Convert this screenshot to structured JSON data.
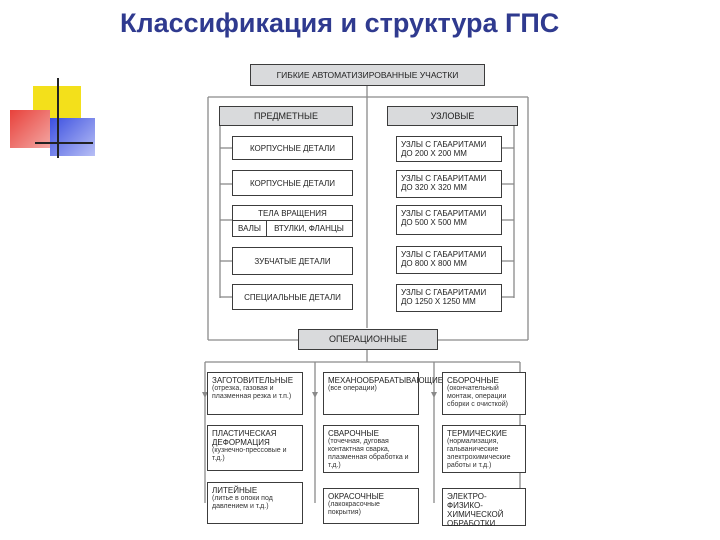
{
  "slide": {
    "title": "Классификация и структура ГПС"
  },
  "diagram": {
    "top": "ГИБКИЕ АВТОМАТИЗИРОВАННЫЕ УЧАСТКИ",
    "left_head": "ПРЕДМЕТНЫЕ",
    "right_head": "УЗЛОВЫЕ",
    "left_items": [
      "КОРПУСНЫЕ ДЕТАЛИ",
      "КОРПУСНЫЕ ДЕТАЛИ",
      "ТЕЛА ВРАЩЕНИЯ",
      "ВАЛЫ",
      "ВТУЛКИ, ФЛАНЦЫ",
      "ЗУБЧАТЫЕ ДЕТАЛИ",
      "СПЕЦИАЛЬНЫЕ ДЕТАЛИ"
    ],
    "right_items": [
      "УЗЛЫ С ГАБАРИТАМИ ДО 200 х 200 мм",
      "УЗЛЫ С ГАБАРИТАМИ ДО 320 х 320 мм",
      "УЗЛЫ С ГАБАРИТАМИ ДО 500 х 500 мм",
      "УЗЛЫ С ГАБАРИТАМИ ДО 800 х 800 мм",
      "УЗЛЫ С ГАБАРИТАМИ ДО 1250 х 1250 мм"
    ],
    "operational": "ОПЕРАЦИОННЫЕ",
    "ops": [
      {
        "title": "ЗАГОТОВИТЕЛЬНЫЕ",
        "desc": "(отрезка, газовая и плазменная резка и т.п.)"
      },
      {
        "title": "МЕХАНООБРАБАТЫВАЮЩИЕ",
        "desc": "(все операции)"
      },
      {
        "title": "СБОРОЧНЫЕ",
        "desc": "(окончательный монтаж, операции сборки с очисткой)"
      },
      {
        "title": "ПЛАСТИЧЕСКАЯ ДЕФОРМАЦИЯ",
        "desc": "(кузнечно-прессовые и т.д.)"
      },
      {
        "title": "СВАРОЧНЫЕ",
        "desc": "(точечная, дуговая контактная сварка, плазменная обработка и т.д.)"
      },
      {
        "title": "ТЕРМИЧЕСКИЕ",
        "desc": "(нормализация, гальванические электрохимические работы и т.д.)"
      },
      {
        "title": "ЛИТЕЙНЫЕ",
        "desc": "(литье в опоки под давлением и т.д.)"
      },
      {
        "title": "ОКРАСОЧНЫЕ",
        "desc": "(лакокрасочные покрытия)"
      },
      {
        "title": "ЭЛЕКТРО-ФИЗИКО-ХИМИЧЕСКОЙ ОБРАБОТКИ",
        "desc": ""
      }
    ]
  },
  "colors": {
    "title": "#2f3a8f",
    "deco_yellow": "#f3e01b",
    "deco_red": "#e8413b",
    "deco_blue": "#3b4fe0"
  }
}
